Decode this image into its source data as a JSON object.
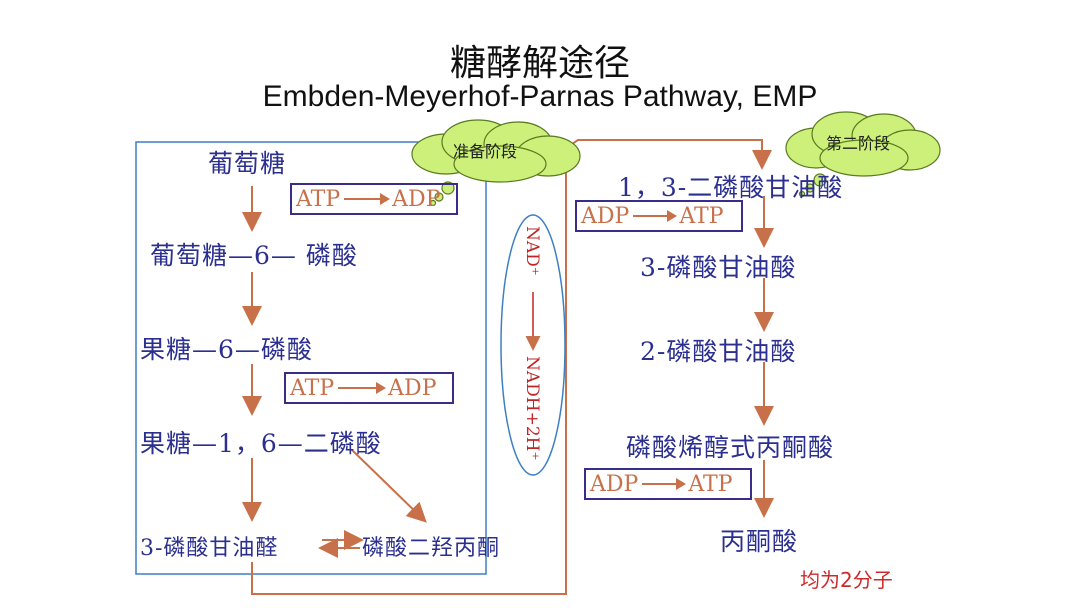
{
  "title": "糖酵解途径",
  "subtitle": "Embden-Meyerhof-Parnas Pathway, EMP",
  "left_nodes": {
    "glucose": "葡萄糖",
    "g6p": "葡萄糖—6— 磷酸",
    "f6p": "果糖—6—磷酸",
    "f16bp": "果糖—1，6—二磷酸",
    "g3p": "3-磷酸甘油醛",
    "dhap": "磷酸二羟丙酮"
  },
  "right_nodes": {
    "bpg": "1，3-二磷酸甘油酸",
    "pg3": "3-磷酸甘油酸",
    "pg2": "2-磷酸甘油酸",
    "pep": "磷酸烯醇式丙酮酸",
    "pyruvate": "丙酮酸"
  },
  "boxes": {
    "atp_adp_1": {
      "from": "ATP",
      "to": "ADP"
    },
    "atp_adp_2": {
      "from": "ATP",
      "to": "ADP"
    },
    "adp_atp_1": {
      "from": "ADP",
      "to": "ATP"
    },
    "adp_atp_2": {
      "from": "ADP",
      "to": "ATP"
    }
  },
  "clouds": {
    "stage1": "准备阶段",
    "stage2": "第二阶段"
  },
  "nad": {
    "top": "NAD⁺",
    "bottom": "NADH+2H⁺"
  },
  "note": "均为2分子",
  "colors": {
    "node_text": "#2b2f8f",
    "arrow": "#c8704a",
    "box_border": "#3a2d8a",
    "panel_border": "#3c7fc4",
    "cloud_fill": "#ccf07a",
    "note": "#cc2a2a"
  }
}
